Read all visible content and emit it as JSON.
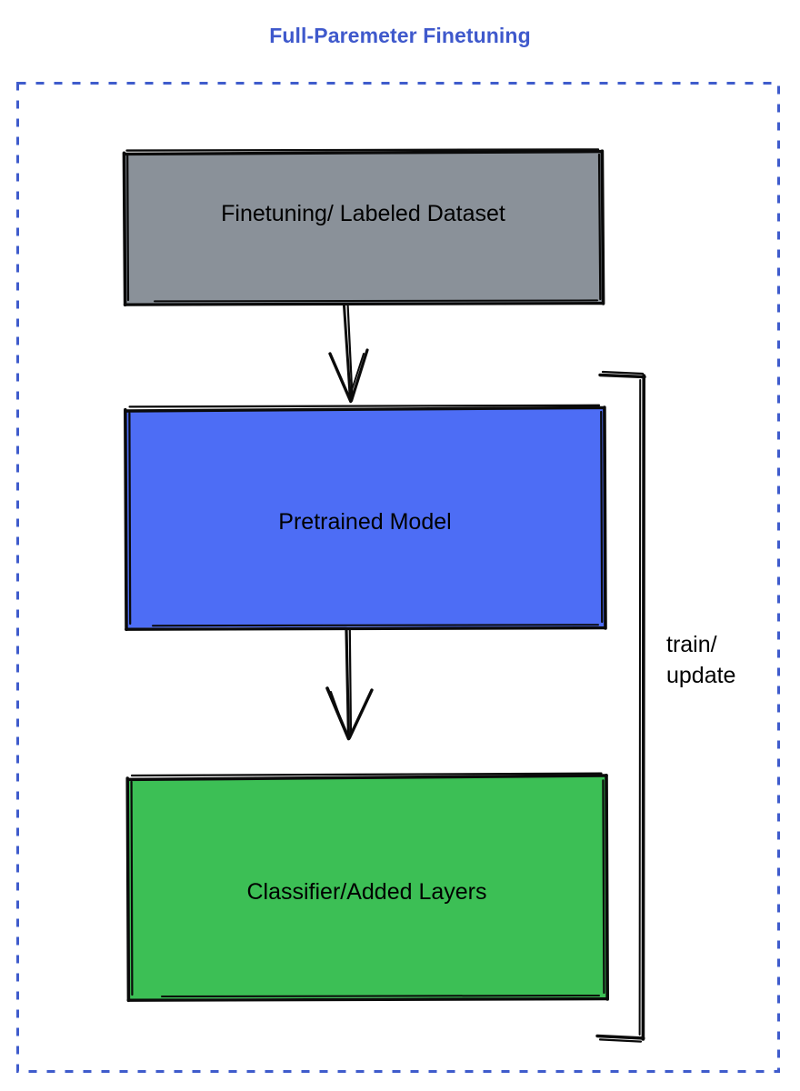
{
  "title": "Full-Paremeter Finetuning",
  "colors": {
    "title_text": "#3f59cc",
    "dashed_border": "#3f5ccc",
    "dataset_fill": "#8a9199",
    "pretrained_fill": "#4d6df5",
    "classifier_fill": "#3cbf55",
    "stroke": "#0a0a0a",
    "label_text": "#000000"
  },
  "nodes": [
    {
      "id": "dataset",
      "label": "Finetuning/ Labeled Dataset",
      "fill": "#8a9199"
    },
    {
      "id": "pretrained",
      "label": "Pretrained Model",
      "fill": "#4d6df5"
    },
    {
      "id": "classifier",
      "label": "Classifier/Added Layers",
      "fill": "#3cbf55"
    }
  ],
  "edges": [
    {
      "id": "dataset-to-pretrained",
      "from": "dataset",
      "to": "pretrained",
      "label": "",
      "style": "arrow-down"
    },
    {
      "id": "pretrained-to-classifier",
      "from": "pretrained",
      "to": "classifier",
      "label": "",
      "style": "arrow-down"
    },
    {
      "id": "feedback-bracket",
      "from": "classifier",
      "to": "pretrained",
      "label_line_1": "train/",
      "label_line_2": "update",
      "style": "bracket-right"
    }
  ],
  "container": {
    "border_style": "dashed",
    "border_color": "#3f5ccc"
  }
}
